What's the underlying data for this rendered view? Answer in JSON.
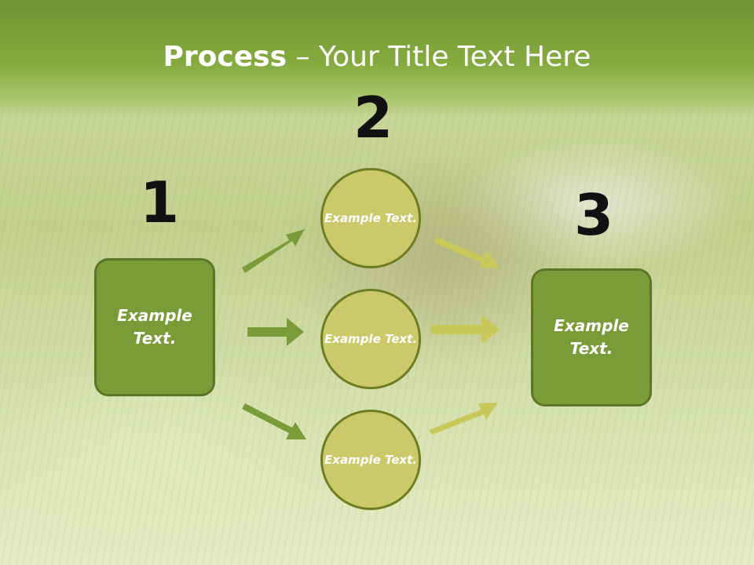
{
  "slide": {
    "title_bold": "Process",
    "title_rest": " – Your Title Text Here"
  },
  "steps": {
    "step1": "1",
    "step2": "2",
    "step3": "3"
  },
  "boxes": {
    "left": "Example Text.",
    "right": "Example Text."
  },
  "circles": {
    "top": "Example Text.",
    "middle": "Example Text.",
    "bottom": "Example Text."
  },
  "colors": {
    "header": "#7ea43a",
    "box_fill": "#7a9c38",
    "circle_fill": "#ccc96a",
    "arrow_left": "#7a9c38",
    "arrow_right": "#c9c95a"
  }
}
